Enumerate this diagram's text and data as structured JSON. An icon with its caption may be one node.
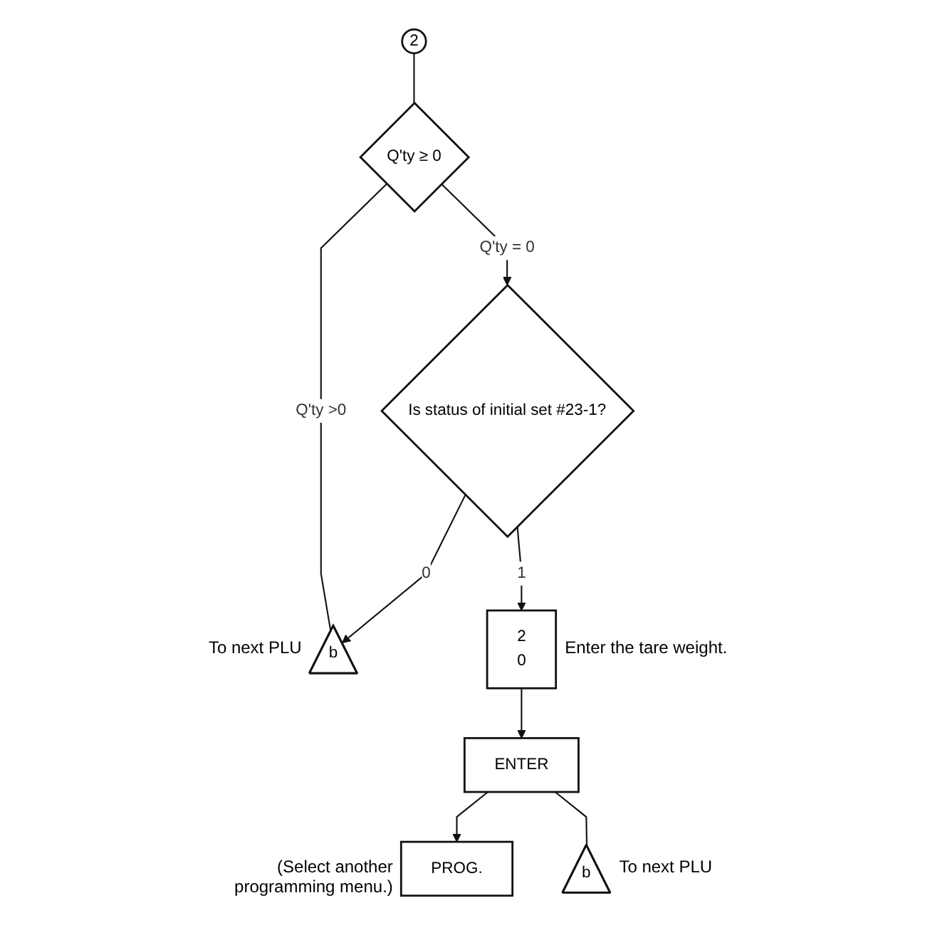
{
  "diagram": {
    "nodes": [
      {
        "text": [
          "2"
        ]
      },
      {
        "text": [
          "Q'ty ≥ 0"
        ]
      },
      {
        "text": [
          "b"
        ],
        "beside": [
          "To next PLU"
        ]
      },
      {
        "text": [
          "Is status of initial set #23-1?"
        ]
      },
      {
        "text": [
          "2",
          "0"
        ],
        "beside": [
          "Enter the tare weight."
        ]
      },
      {
        "text": [
          "ENTER"
        ]
      },
      {
        "text": [
          "b"
        ],
        "beside": [
          "To next PLU"
        ]
      },
      {
        "text": [
          "PROG."
        ],
        "beside": [
          "(Select another programming menu.)"
        ]
      }
    ],
    "edges": [
      {
        "from": 0,
        "to": 1,
        "arrow": "none"
      },
      {
        "from": 1,
        "to": 2,
        "arrow": "none",
        "label": "Q'ty >0"
      },
      {
        "from": 1,
        "to": 3,
        "arrow": "to",
        "label": "Q'ty = 0"
      },
      {
        "from": 3,
        "to": 2,
        "arrow": "to",
        "label": "0"
      },
      {
        "from": 3,
        "to": 4,
        "arrow": "to",
        "label": "1"
      },
      {
        "from": 4,
        "to": 5,
        "arrow": "to"
      },
      {
        "from": 5,
        "to": 7,
        "arrow": "to"
      },
      {
        "from": 5,
        "to": 6,
        "arrow": "none"
      }
    ]
  }
}
